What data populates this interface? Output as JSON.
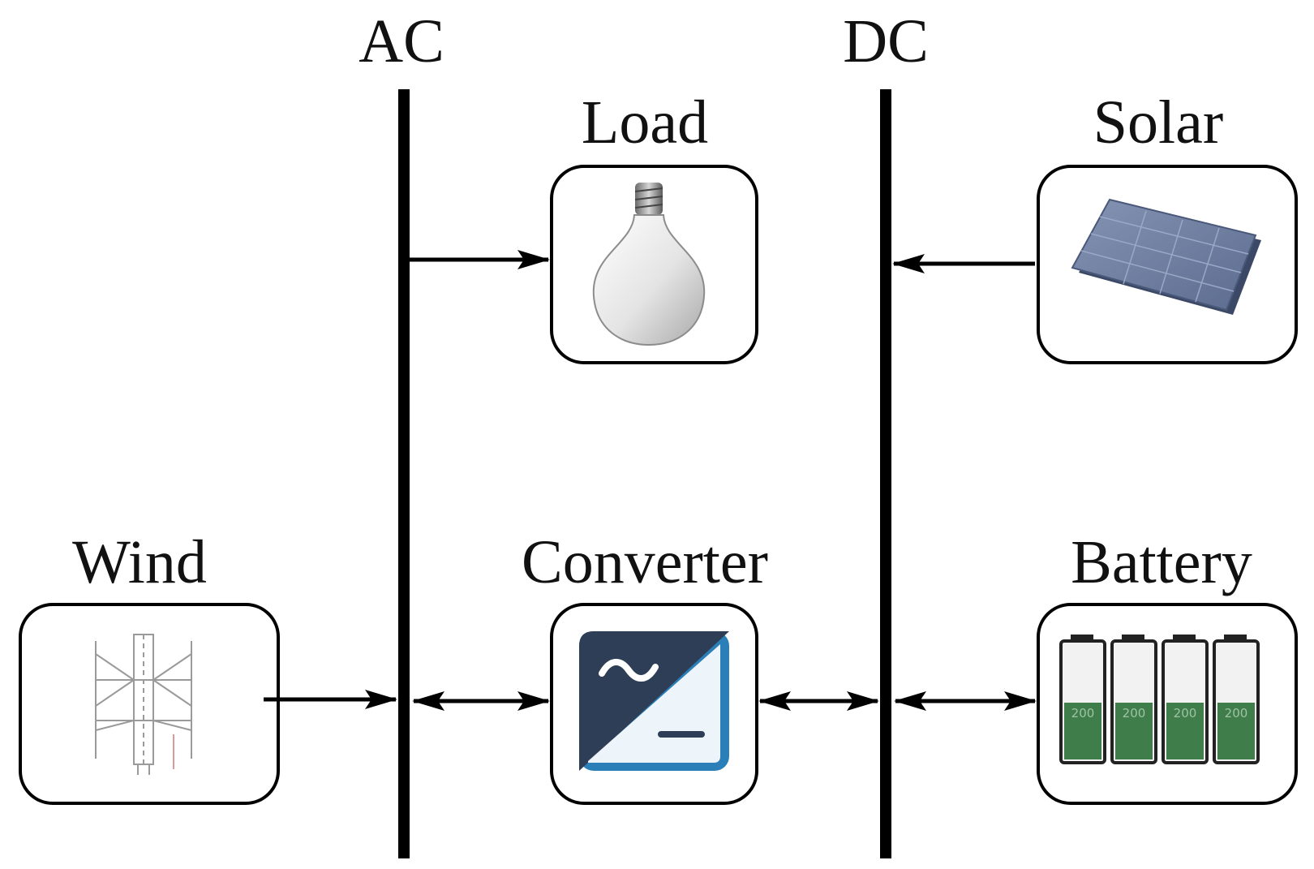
{
  "buses": {
    "ac": {
      "label": "AC"
    },
    "dc": {
      "label": "DC"
    }
  },
  "components": {
    "load": {
      "label": "Load",
      "icon": "light-bulb-icon"
    },
    "solar": {
      "label": "Solar",
      "icon": "solar-panel-icon"
    },
    "wind": {
      "label": "Wind",
      "icon": "wind-turbine-icon"
    },
    "converter": {
      "label": "Converter",
      "icon": "ac-dc-converter-icon"
    },
    "battery": {
      "label": "Battery",
      "icon": "battery-bank-icon",
      "cell_label": "200"
    }
  },
  "connections": [
    {
      "from": "ac",
      "to": "load",
      "direction": "one-way"
    },
    {
      "from": "solar",
      "to": "dc",
      "direction": "one-way"
    },
    {
      "from": "wind",
      "to": "ac",
      "direction": "one-way"
    },
    {
      "from": "ac",
      "to": "converter",
      "direction": "two-way"
    },
    {
      "from": "converter",
      "to": "dc",
      "direction": "two-way"
    },
    {
      "from": "dc",
      "to": "battery",
      "direction": "two-way"
    }
  ],
  "colors": {
    "line": "#000000",
    "converter_dark": "#2e3e57",
    "converter_blue": "#2a7fb8",
    "battery_fill": "#3f7d4b",
    "panel": "#6f7fa0"
  }
}
